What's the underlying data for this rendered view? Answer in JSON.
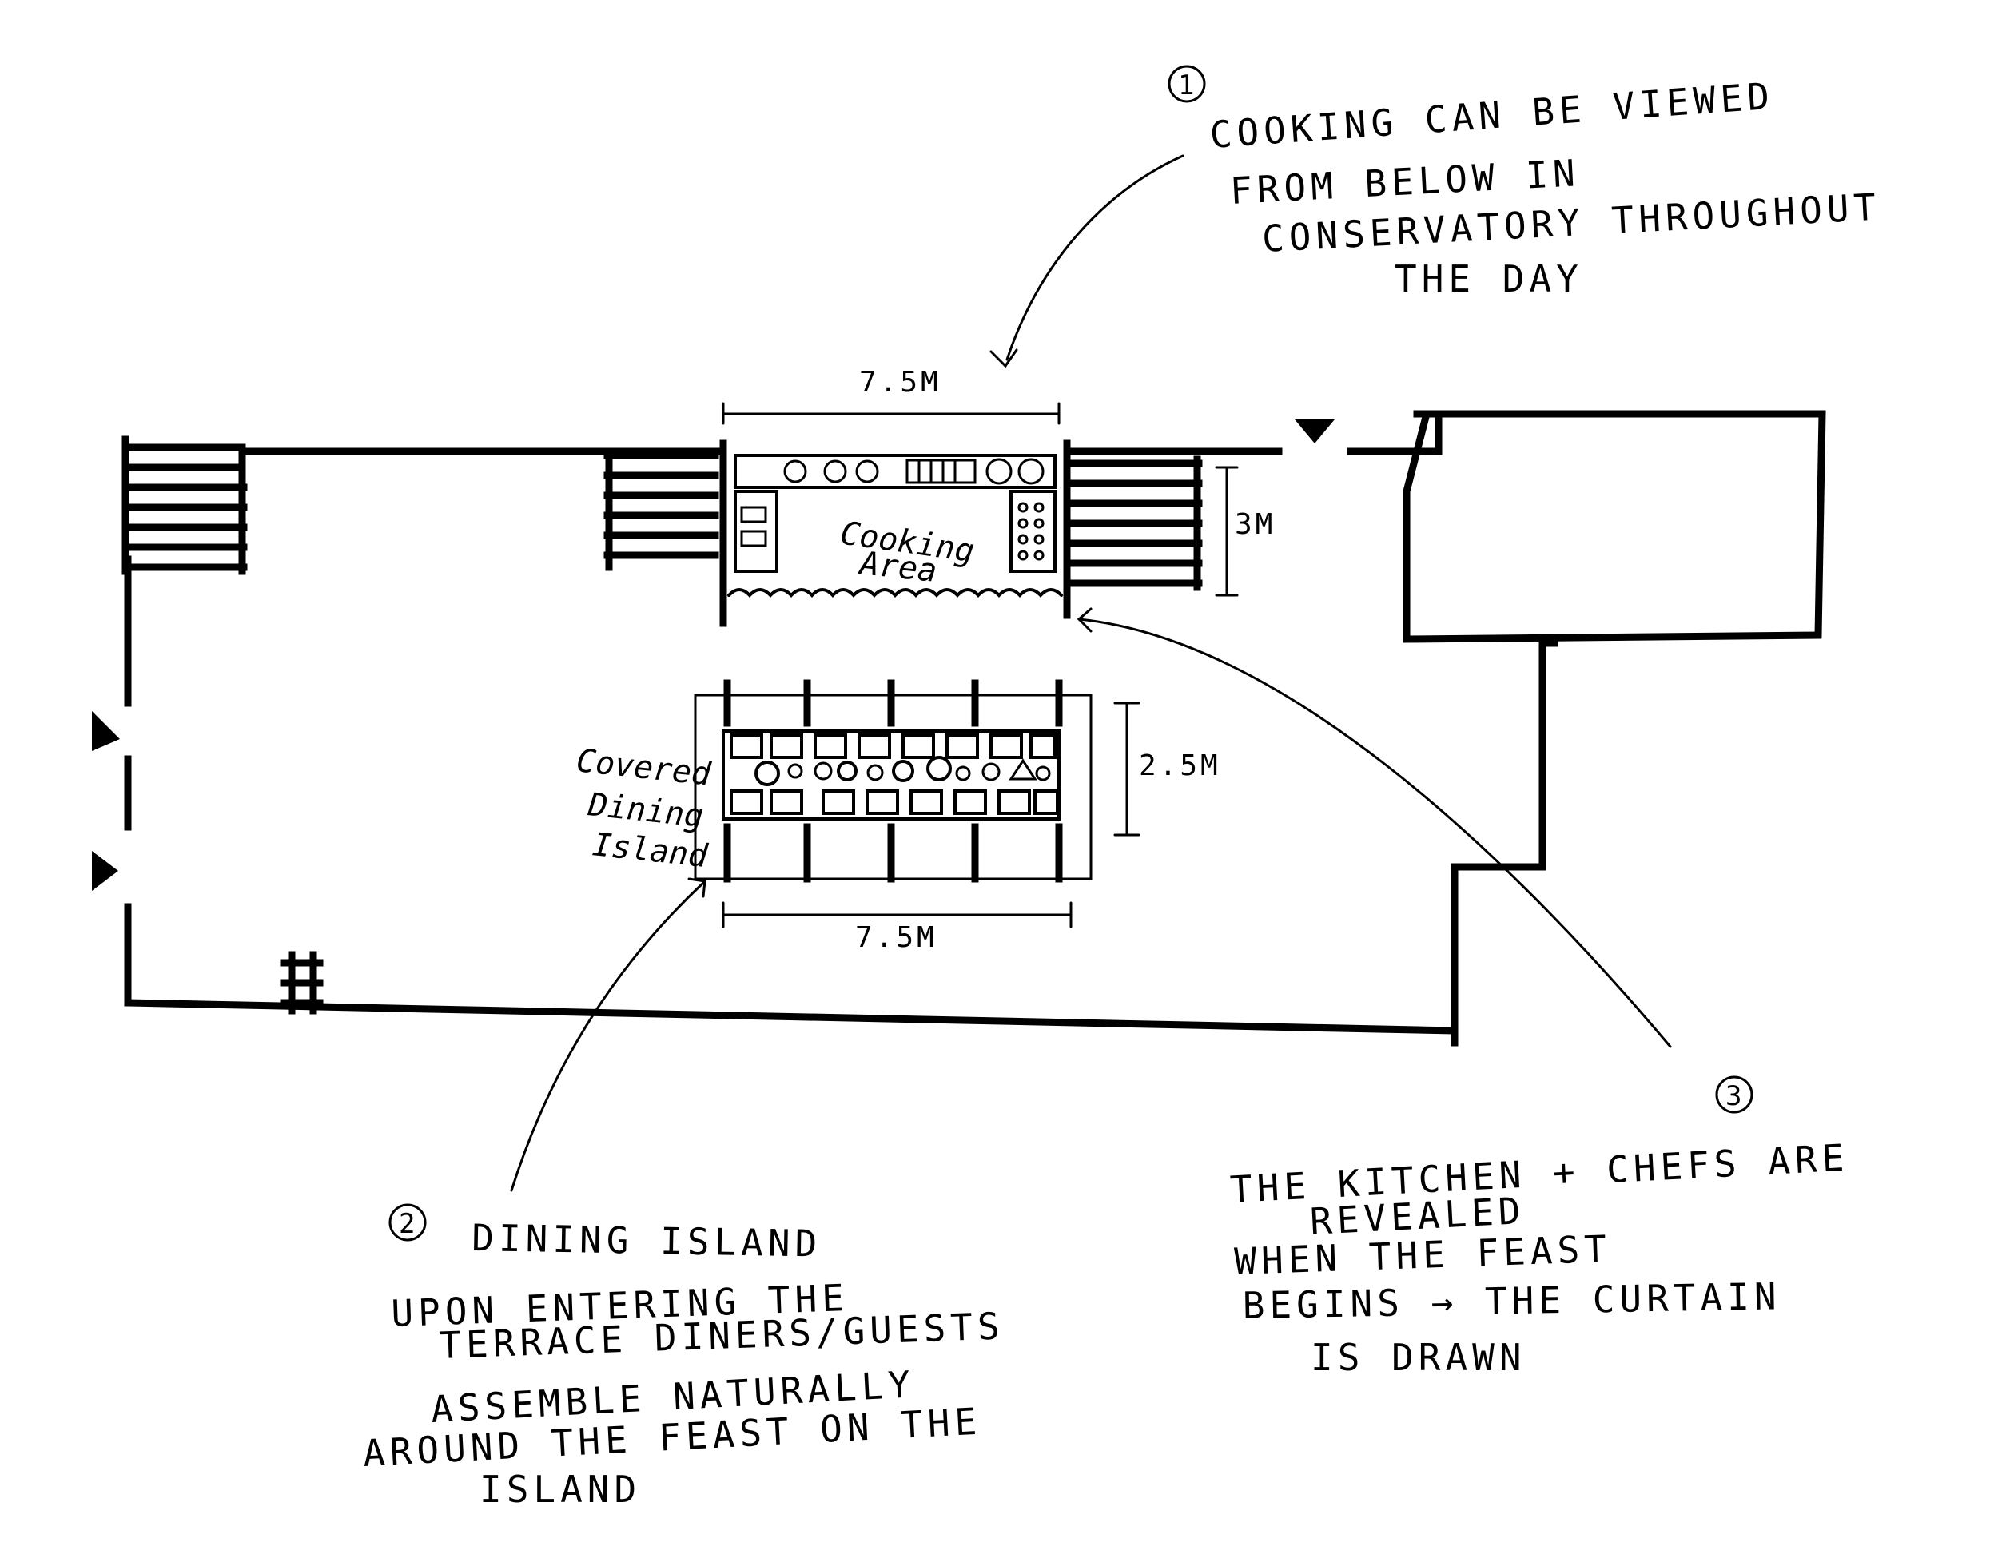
{
  "notes": [
    {
      "number": "1",
      "lines": [
        "COOKING CAN BE VIEWED",
        "FROM BELOW IN",
        "CONSERVATORY THROUGHOUT",
        "THE DAY"
      ]
    },
    {
      "number": "2",
      "lines": [
        "DINING ISLAND",
        "UPON ENTERING THE",
        "TERRACE DINERS/GUESTS",
        "ASSEMBLE NATURALLY",
        "AROUND THE FEAST ON THE",
        "ISLAND"
      ]
    },
    {
      "number": "3",
      "lines": [
        "THE KITCHEN + CHEFS ARE",
        "REVEALED",
        "WHEN THE FEAST",
        "BEGINS → THE CURTAIN",
        "IS DRAWN"
      ]
    }
  ],
  "labels": {
    "cooking_area": [
      "Cooking",
      "Area"
    ],
    "dining_island": [
      "Covered",
      "Dining",
      "Island"
    ]
  },
  "dimensions": {
    "cooking_width": "7.5M",
    "cooking_depth": "3M",
    "island_width": "7.5M",
    "island_depth": "2.5M"
  }
}
